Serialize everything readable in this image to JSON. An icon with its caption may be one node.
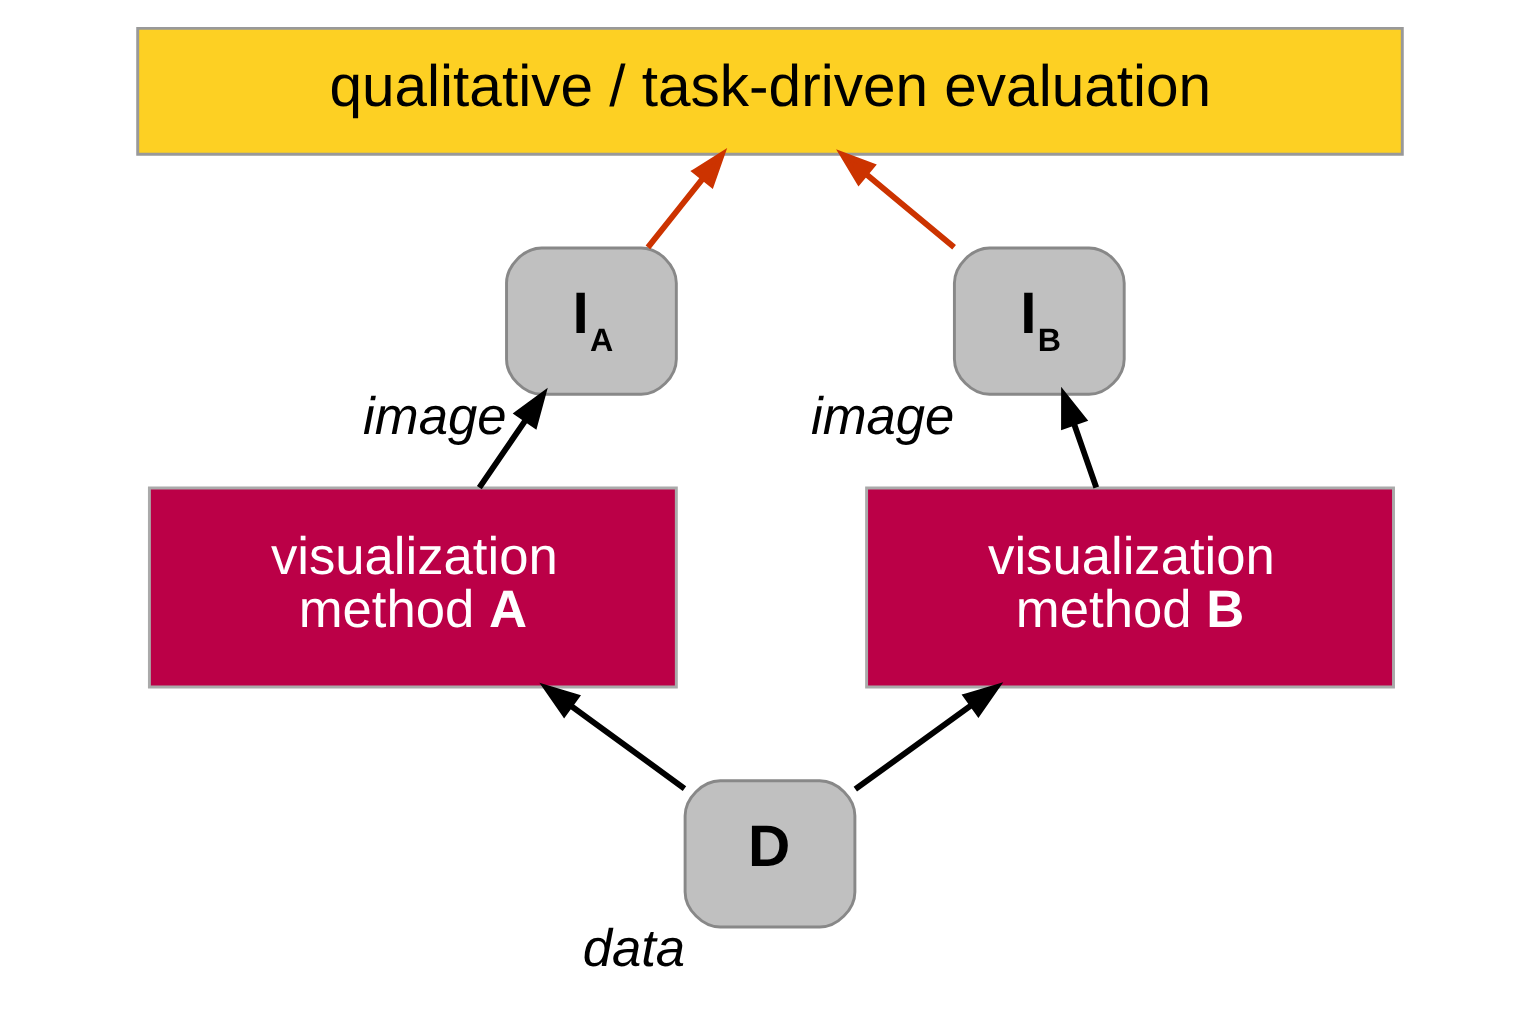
{
  "diagram": {
    "nodes": [
      {
        "text": [
          "qualitative / task-driven evaluation"
        ]
      },
      {
        "text": [
          "I$_{A}$"
        ],
        "beside": [
          "image"
        ]
      },
      {
        "text": [
          "I$_{B}$"
        ],
        "beside": [
          "image"
        ]
      },
      {
        "text": [
          "visualization method **A**"
        ]
      },
      {
        "text": [
          "visualization method **B**"
        ]
      },
      {
        "text": [
          "D"
        ],
        "beside": [
          "data"
        ]
      }
    ],
    "edges": [
      {
        "from": 5,
        "to": 3,
        "arrow": "to"
      },
      {
        "from": 5,
        "to": 4,
        "arrow": "to"
      },
      {
        "from": 3,
        "to": 1,
        "arrow": "to"
      },
      {
        "from": 4,
        "to": 2,
        "arrow": "to"
      },
      {
        "from": 1,
        "to": 0,
        "arrow": "to",
        "color": "#cc3300"
      },
      {
        "from": 2,
        "to": 0,
        "arrow": "to",
        "color": "#cc3300"
      }
    ]
  }
}
